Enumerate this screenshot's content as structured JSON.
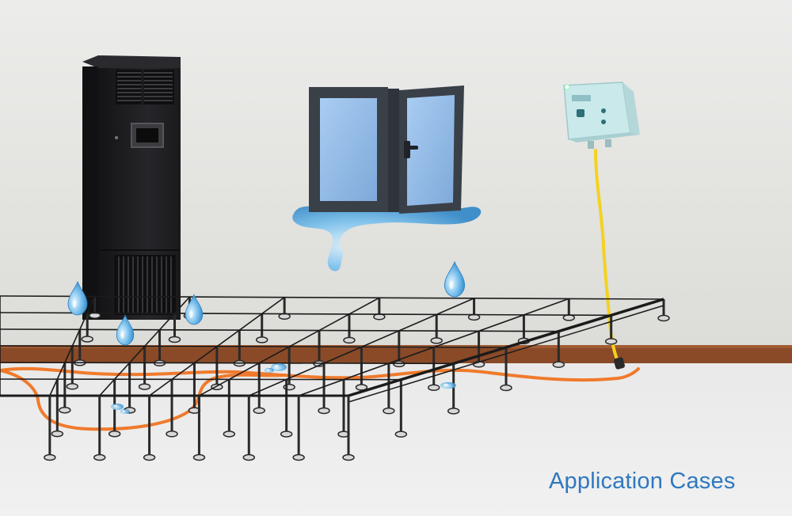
{
  "caption": {
    "text": "Application Cases"
  },
  "colors": {
    "wall": "#e6e6e3",
    "floor": "#ececec",
    "wood_trim": "#8a4a27",
    "frame": "#1b1b1b",
    "cable": "#f07a2c",
    "sensor_cable": "#f4d21f",
    "water": "#5aa9dc",
    "caption": "#2f78bf",
    "cabinet": "#1c1c1f",
    "window_frame": "#3a4048",
    "window_glass": "#9cc2ec",
    "sensor_box": "#c9e9ea"
  },
  "icons": {
    "air_conditioner": "precision-ac-unit",
    "window": "open-window-leak",
    "sensor": "water-leak-detector",
    "drops": "water-drop"
  }
}
